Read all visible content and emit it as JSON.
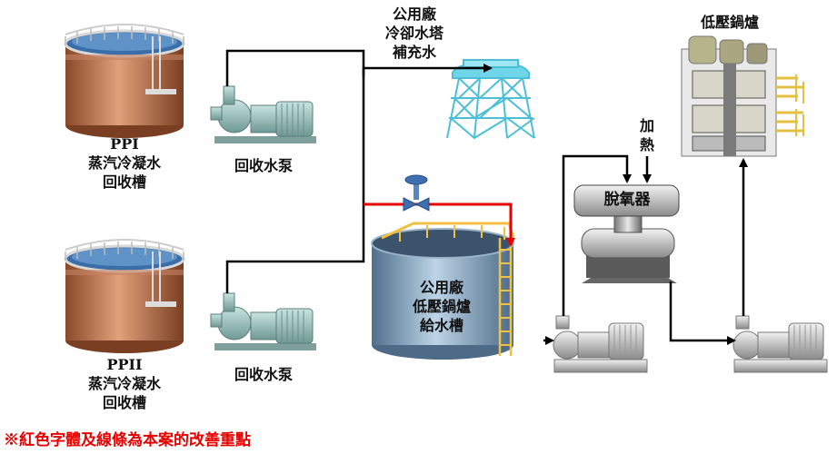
{
  "labels": {
    "tank1": [
      "PPI",
      "蒸汽冷凝水",
      "回收槽"
    ],
    "pump1": "回收水泵",
    "tower": [
      "公用廠",
      "冷卻水塔",
      "補充水"
    ],
    "tank2": [
      "PPII",
      "蒸汽冷凝水",
      "回收槽"
    ],
    "pump2": "回收水泵",
    "feed_tank": [
      "公用廠",
      "低壓鍋爐",
      "給水槽"
    ],
    "heat": [
      "加",
      "熱"
    ],
    "deaerator": "脫氧器",
    "boiler": "低壓鍋爐"
  },
  "note": "※紅色字體及線條為本案的改善重點",
  "colors": {
    "improvement": "#e60000",
    "pipe": "#000000",
    "tank_body": "#b8714a",
    "feed_tank_body": "#7d9ebb",
    "tower": "#5fd3e8",
    "pump": "#9fc0bd"
  }
}
